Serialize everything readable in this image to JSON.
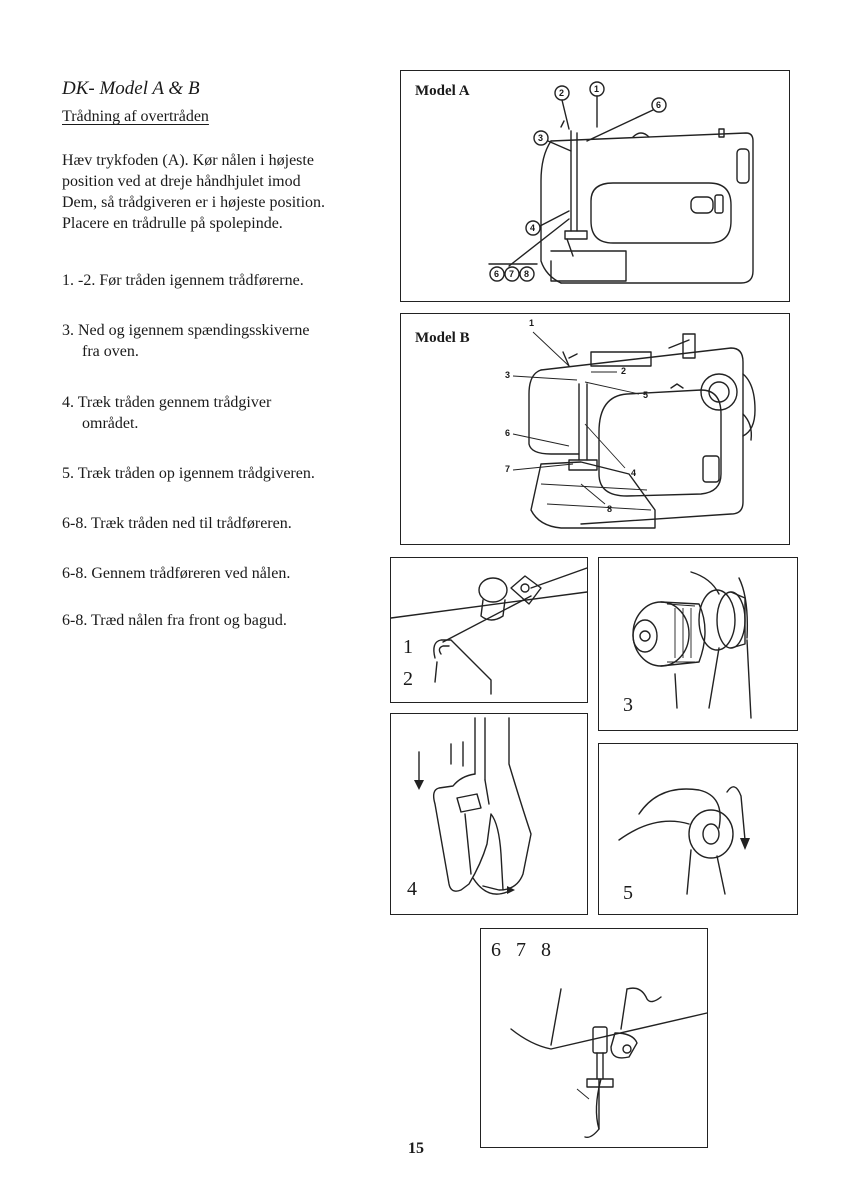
{
  "page": {
    "title": "DK- Model A & B",
    "subtitle": "Trådning af overtråden",
    "intro": [
      "Hæv trykfoden (A). Kør nålen i højeste",
      "position ved at dreje håndhjulet imod",
      "Dem, så trådgiveren er i højeste position.",
      "Placere en trådrulle på spolepinde."
    ],
    "steps": [
      {
        "line1": "1. -2. Før tråden igennem trådførerne.",
        "line2": ""
      },
      {
        "line1": "3. Ned og igennem spændingsskiverne",
        "line2": "fra oven."
      },
      {
        "line1": "4. Træk tråden gennem trådgiver",
        "line2": "området."
      },
      {
        "line1": "5. Træk tråden op igennem trådgiveren.",
        "line2": ""
      },
      {
        "line1": "6-8. Træk tråden ned til trådføreren.",
        "line2": ""
      },
      {
        "line1": "6-8. Gennem trådføreren ved nålen.",
        "line2": ""
      },
      {
        "line1": "6-8. Træd nålen fra front og bagud.",
        "line2": ""
      }
    ],
    "page_number": "15"
  },
  "figures": {
    "model_a": {
      "label": "Model A",
      "callouts": [
        "1",
        "2",
        "3",
        "4",
        "6",
        "6",
        "7",
        "8"
      ]
    },
    "model_b": {
      "label": "Model B",
      "callouts": [
        "1",
        "2",
        "3",
        "4",
        "5",
        "6",
        "7",
        "8"
      ]
    },
    "detail_1_2": {
      "label_1": "1",
      "label_2": "2"
    },
    "detail_3": {
      "label": "3"
    },
    "detail_4": {
      "label": "4"
    },
    "detail_5": {
      "label": "5"
    },
    "detail_6_7_8": {
      "label": "6   7   8"
    }
  }
}
